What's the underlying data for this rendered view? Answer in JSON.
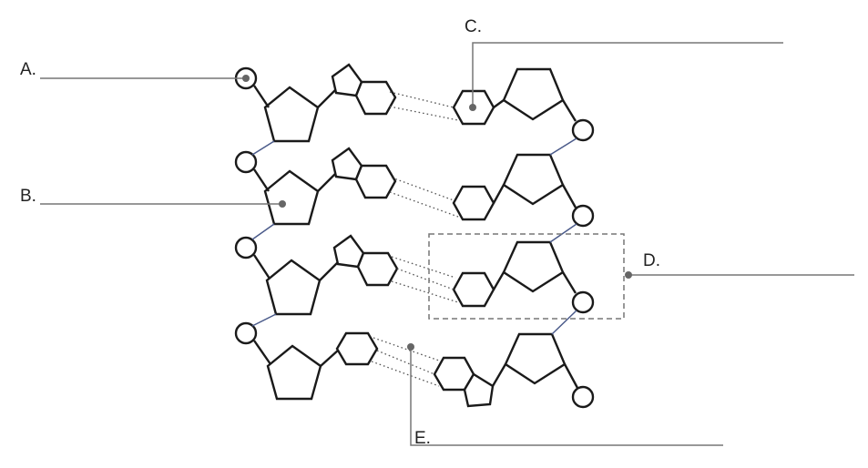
{
  "labels": {
    "a": "A.",
    "b": "B.",
    "c": "C.",
    "d": "D.",
    "e": "E."
  },
  "colors": {
    "stroke": "#1a1a1a",
    "leader": "#777777",
    "backbone": "#4a5a8a",
    "hbond": "#555555",
    "box": "#777777"
  }
}
